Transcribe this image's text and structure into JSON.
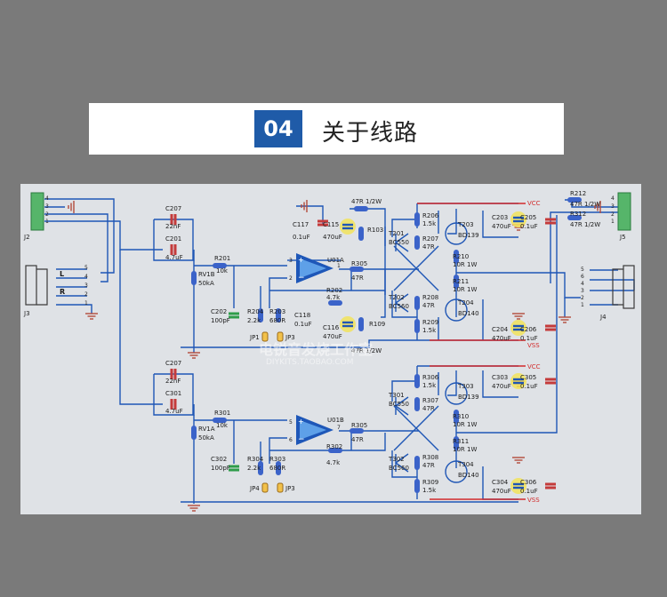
{
  "banner": {
    "badge": "04",
    "title": "关于线路"
  },
  "watermark": {
    "cn": "电锐音发烧工作室",
    "en": "DIYKITS.TAOBAO.COM"
  },
  "colors": {
    "wire": "#1f56b5",
    "vcc": "#d22b2b",
    "resistor": "#3b63c9",
    "capacitor": "#c43b3b",
    "jumper": "#e0c23a",
    "connector": "#56b56a",
    "ground": "#b24a3a"
  },
  "channel1": {
    "c207": "C207",
    "c207v": "22nF",
    "c201": "C201",
    "c201v": "4.7uF",
    "r201": "R201",
    "r201v": "10k",
    "rv": "RV1B",
    "rvv": "50kA",
    "c202": "C202",
    "c202v": "100pF",
    "r204": "R204",
    "r204v": "2.2k",
    "r203": "R203",
    "r203v": "680R",
    "jpa": "JP1",
    "jpb": "JP3",
    "c117": "C117",
    "c117v": "0.1uF",
    "c115": "C115",
    "c115v": "470uF",
    "r103": "R103",
    "r_top": "47R 1/2W",
    "c118": "C118",
    "c118v": "0.1uF",
    "c116": "C116",
    "c116v": "470uF",
    "r109": "R109",
    "r_bot": "47R 1/2W",
    "opamp": "U01A",
    "pin_m": "3",
    "pin_p": "2",
    "pin_out": "1",
    "r305": "R305",
    "r305v": "47R",
    "r202": "R202",
    "r202v": "4.7k",
    "ta": "T201",
    "tav": "BC550",
    "tb": "T202",
    "tbv": "BC560",
    "r206": "R206",
    "r206v": "1.5k",
    "r207": "R207",
    "r207v": "47R",
    "r208": "R208",
    "r208v": "47R",
    "r209": "R209",
    "r209v": "1.5k",
    "tc": "T203",
    "tcv": "BD139",
    "td": "T204",
    "tdv": "BD140",
    "r210": "R210",
    "r210v": "10R 1W",
    "r211": "R211",
    "r211v": "10R 1W",
    "c203": "C203",
    "c203v": "470uF",
    "c205": "C205",
    "c205v": "0.1uF",
    "c204": "C204",
    "c204v": "470uF",
    "c206": "C206",
    "c206v": "0.1uF",
    "vcc": "VCC",
    "vss": "VSS"
  },
  "channel2": {
    "c207": "C207",
    "c207v": "22nF",
    "c201": "C301",
    "c201v": "4.7uF",
    "r201": "R301",
    "r201v": "10k",
    "rv": "RV1A",
    "rvv": "50kA",
    "c202": "C302",
    "c202v": "100pF",
    "r204": "R304",
    "r204v": "2.2k",
    "r203": "R303",
    "r203v": "680R",
    "jpa": "JP4",
    "jpb": "JP3",
    "opamp": "U01B",
    "pin_m": "5",
    "pin_p": "6",
    "pin_out": "7",
    "r305": "R305",
    "r305v": "47R",
    "r202": "R302",
    "r202v": "4.7k",
    "ta": "T301",
    "tav": "BC550",
    "tb": "T302",
    "tbv": "BC560",
    "r206": "R306",
    "r206v": "1.5k",
    "r207": "R307",
    "r207v": "47R",
    "r208": "R308",
    "r208v": "47R",
    "r209": "R309",
    "r209v": "1.5k",
    "tc": "T303",
    "tcv": "BD139",
    "td": "T304",
    "tdv": "BD140",
    "r210": "R310",
    "r210v": "10R 1W",
    "r211": "R311",
    "r211v": "10R 1W",
    "c203": "C303",
    "c203v": "470uF",
    "c205": "C305",
    "c205v": "0.1uF",
    "c204": "C304",
    "c204v": "470uF",
    "c206": "C306",
    "c206v": "0.1uF",
    "vcc": "VCC",
    "vss": "VSS"
  },
  "connectors": {
    "j2": "J2",
    "j3": "J3",
    "j4": "J4",
    "j5": "J5",
    "j2pins": [
      "4",
      "3",
      "2",
      "1"
    ],
    "j5pins": [
      "4",
      "3",
      "2",
      "1"
    ],
    "j3pins": [
      "5",
      "4",
      "3",
      "2",
      "1"
    ],
    "j4pins": [
      "5",
      "6",
      "4",
      "3",
      "2",
      "1"
    ],
    "l": "L",
    "r": "R",
    "r212": "R212",
    "r212v": "47R 1/2W",
    "r312": "R312",
    "r312v": "47R 1/2W"
  }
}
